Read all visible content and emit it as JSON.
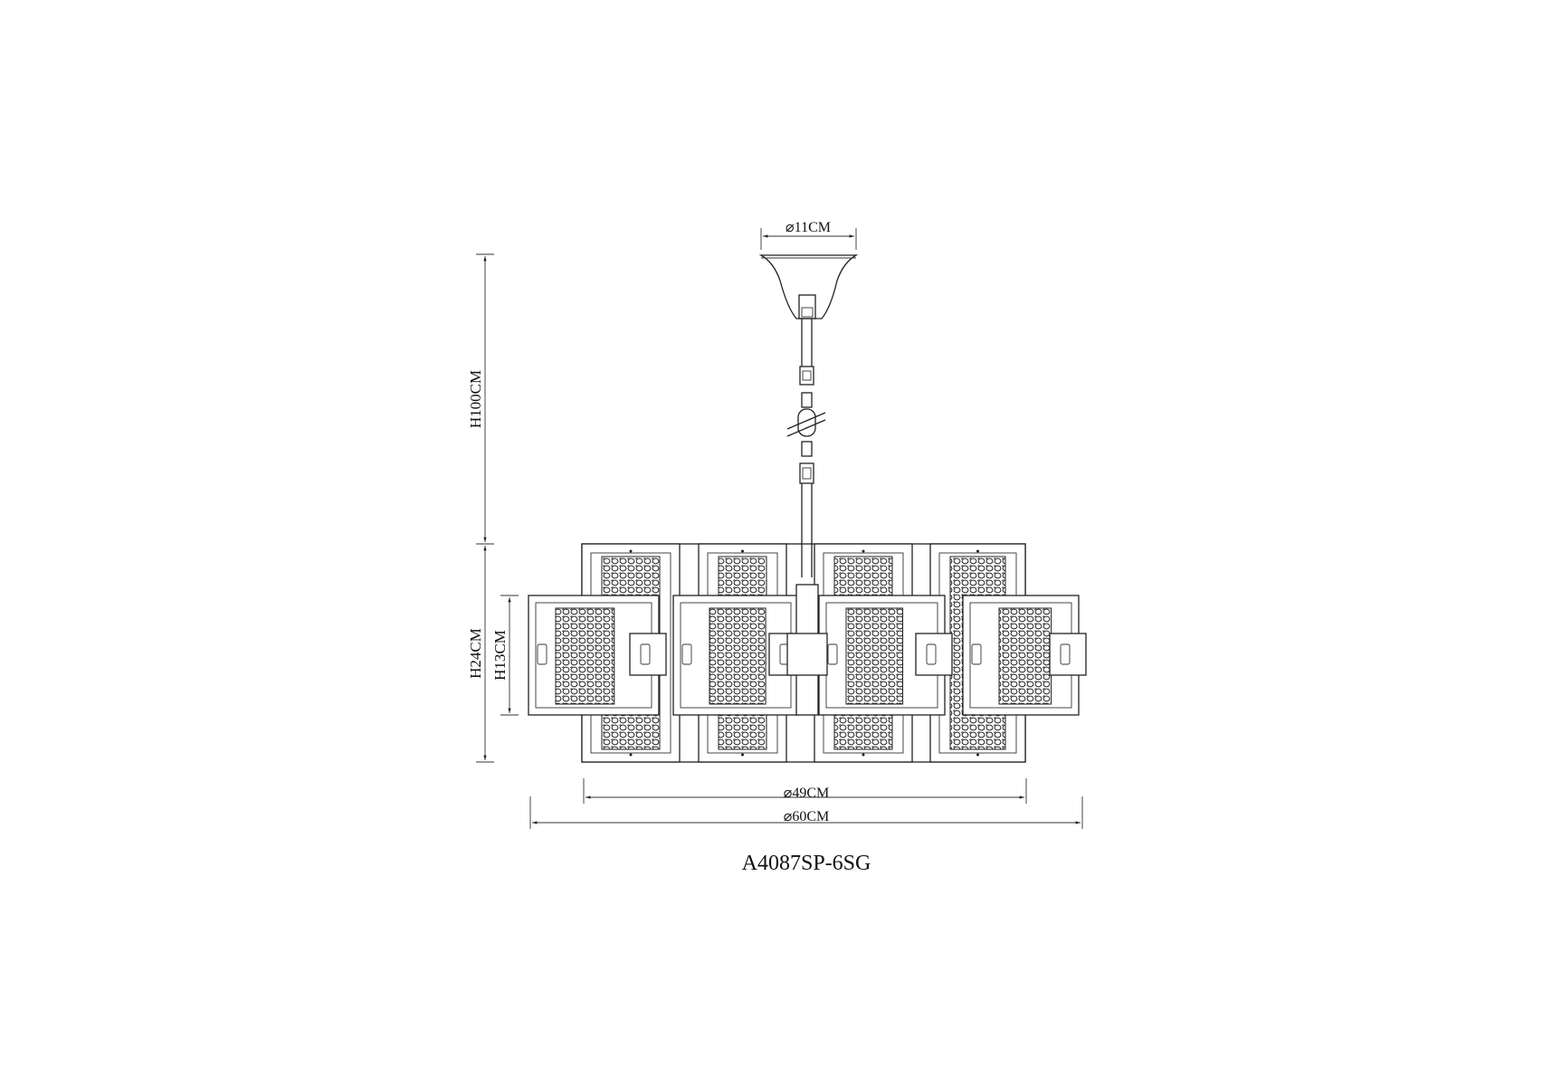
{
  "drawing": {
    "model": "A4087SP-6SG",
    "dimensions": {
      "canopy_diameter": "⌀11CM",
      "total_height": "H100CM",
      "body_height": "H24CM",
      "front_frame_height": "H13CM",
      "inner_diameter": "⌀49CM",
      "outer_diameter": "⌀60CM"
    },
    "colors": {
      "line": "#222222",
      "background": "#ffffff"
    }
  }
}
